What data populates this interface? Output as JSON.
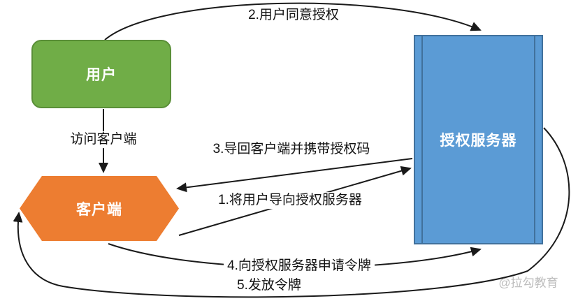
{
  "nodes": {
    "user": {
      "label": "用户",
      "color": "#70ad47"
    },
    "client": {
      "label": "客户端",
      "color": "#ed7d31"
    },
    "auth_server": {
      "label": "授权服务器",
      "color": "#5b9bd5"
    }
  },
  "edges": {
    "visit_client": {
      "label": "访问客户端"
    },
    "step1": {
      "label": "1.将用户导向授权服务器"
    },
    "step2": {
      "label": "2.用户同意授权"
    },
    "step3": {
      "label": "3.导回客户端并携带授权码"
    },
    "step4": {
      "label": "4.向授权服务器申请令牌"
    },
    "step5": {
      "label": "5.发放令牌"
    }
  },
  "watermark": "@拉勾教育",
  "line_color": "#1a1a1a"
}
